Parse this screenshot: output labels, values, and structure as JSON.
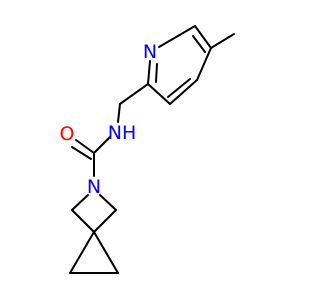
{
  "molecule": {
    "atoms": {
      "pyridine_n": {
        "symbol": "N",
        "color": "#0000ff"
      },
      "amide_nh": {
        "symbol": "NH",
        "color": "#0000ff"
      },
      "carbonyl_o": {
        "symbol": "O",
        "color": "#ff0000"
      },
      "azetidine_n": {
        "symbol": "N",
        "color": "#0000ff"
      }
    },
    "bond_color": "#000000",
    "background": "#ffffff"
  }
}
